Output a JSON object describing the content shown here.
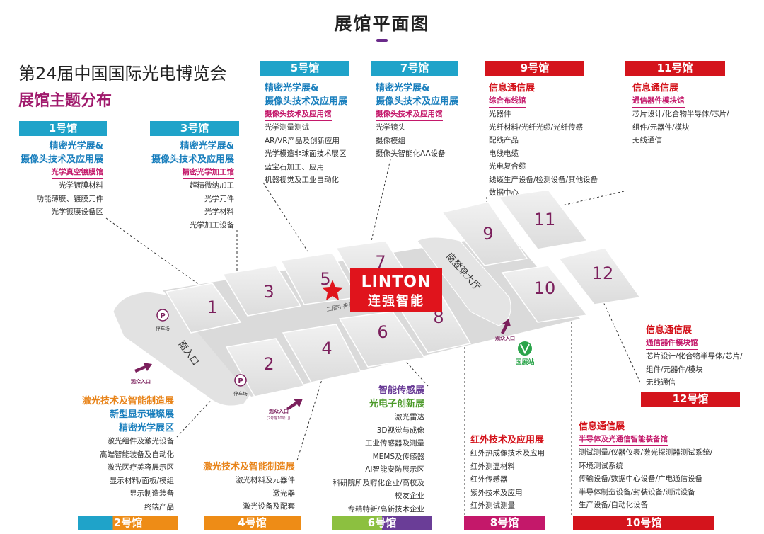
{
  "title": "展馆平面图",
  "expo_title": "第24届中国国际光电博览会",
  "theme_title": "展馆主题分布",
  "colors": {
    "teal": "#1fa3c9",
    "red": "#d4141c",
    "orange": "#ee8c16",
    "purple": "#6a3d97",
    "green": "#8cc040",
    "crimson": "#c4186a"
  },
  "halls": {
    "h1": {
      "tag": "1号馆",
      "headline": [
        "精密光学展&",
        "摄像头技术及应用展"
      ],
      "sub": "光学真空镀膜馆",
      "items": [
        "光学镀膜材料",
        "功能薄膜、镀膜元件",
        "光学镀膜设备区"
      ]
    },
    "h3": {
      "tag": "3号馆",
      "headline": [
        "精密光学展&",
        "摄像头技术及应用展"
      ],
      "sub": "精密光学加工馆",
      "items": [
        "超精微纳加工",
        "光学元件",
        "光学材料",
        "光学加工设备"
      ]
    },
    "h5": {
      "tag": "5号馆",
      "headline": [
        "精密光学展&",
        "摄像头技术及应用展"
      ],
      "sub": "摄像头技术及应用馆",
      "items": [
        "光学测量测试",
        "AR/VR产品及创新应用",
        "光学模造非球面技术展区",
        "蓝宝石加工、应用",
        "机器视觉及工业自动化"
      ]
    },
    "h7": {
      "tag": "7号馆",
      "headline": [
        "精密光学展&",
        "摄像头技术及应用展"
      ],
      "sub": "摄像头技术及应用馆",
      "items": [
        "光学镜头",
        "摄像模组",
        "摄像头智能化AA设备"
      ]
    },
    "h9": {
      "tag": "9号馆",
      "headline": [
        "信息通信展"
      ],
      "sub": "综合布线馆",
      "items": [
        "光器件",
        "光纤材料/光纤光缆/光纤传感",
        "配线产品",
        "电线电缆",
        "光电复合缆",
        "线缆生产设备/检测设备/其他设备",
        "数据中心"
      ]
    },
    "h11": {
      "tag": "11号馆",
      "headline": [
        "信息通信展"
      ],
      "sub": "通信器件模块馆",
      "items": [
        "芯片设计/化合物半导体/芯片/",
        "组件/元器件/模块",
        "无线通信"
      ]
    },
    "h12": {
      "tag": "12号馆",
      "headline": [
        "信息通信展"
      ],
      "sub": "通信器件模块馆",
      "items": [
        "芯片设计/化合物半导体/芯片/",
        "组件/元器件/模块",
        "无线通信"
      ]
    },
    "h2": {
      "tag": "2号馆",
      "headline": [
        "激光技术及智能制造展",
        "新型显示璀璨展",
        "精密光学展区"
      ],
      "items": [
        "激光组件及激光设备",
        "高端智能装备及自动化",
        "激光医疗美容展示区",
        "显示材料/面板/模组",
        "显示制造装备",
        "终端产品"
      ]
    },
    "h4": {
      "tag": "4号馆",
      "headline": [
        "激光技术及智能制造展"
      ],
      "items": [
        "激光材料及元器件",
        "激光器",
        "激光设备及配套"
      ]
    },
    "h6": {
      "tag": "6号馆",
      "headline": [
        "智能传感展",
        "光电子创新展"
      ],
      "items": [
        "激光雷达",
        "3D视觉与成像",
        "工业传感器及测量",
        "MEMS及传感器",
        "AI智能安防展示区",
        "科研院所及孵化企业/高校及",
        "校友企业",
        "专精特新/高新技术企业"
      ]
    },
    "h8": {
      "tag": "8号馆",
      "headline": [
        "红外技术及应用展"
      ],
      "items": [
        "红外热成像技术及应用",
        "红外测温材料",
        "红外传感器",
        "紫外技术及应用",
        "红外测试测量"
      ]
    },
    "h10": {
      "tag": "10号馆",
      "headline": [
        "信息通信展"
      ],
      "sub": "半导体及光通信智能装备馆",
      "items": [
        "测试测量/仪器仪表/激光探测器测试系统/",
        "环境测试系统",
        "传输设备/数据中心设备/广电通信设备",
        "半导体制造设备/封装设备/测试设备",
        "生产设备/自动化设备"
      ]
    }
  },
  "map": {
    "hall_numbers": [
      "1",
      "2",
      "3",
      "4",
      "5",
      "6",
      "7",
      "8",
      "9",
      "10",
      "11",
      "12"
    ],
    "logo_text": "LINTON",
    "logo_cn": "连强智能",
    "south_entrance": "南入口",
    "south_hall": "南登录大厅",
    "corridor": "二层中央廊道",
    "parking": "停车场",
    "parking_icon": "P",
    "visitor_entrance": "观众入口",
    "visitor_entrance_note": "(2号馆10号门)",
    "metro_station": "国展站"
  }
}
